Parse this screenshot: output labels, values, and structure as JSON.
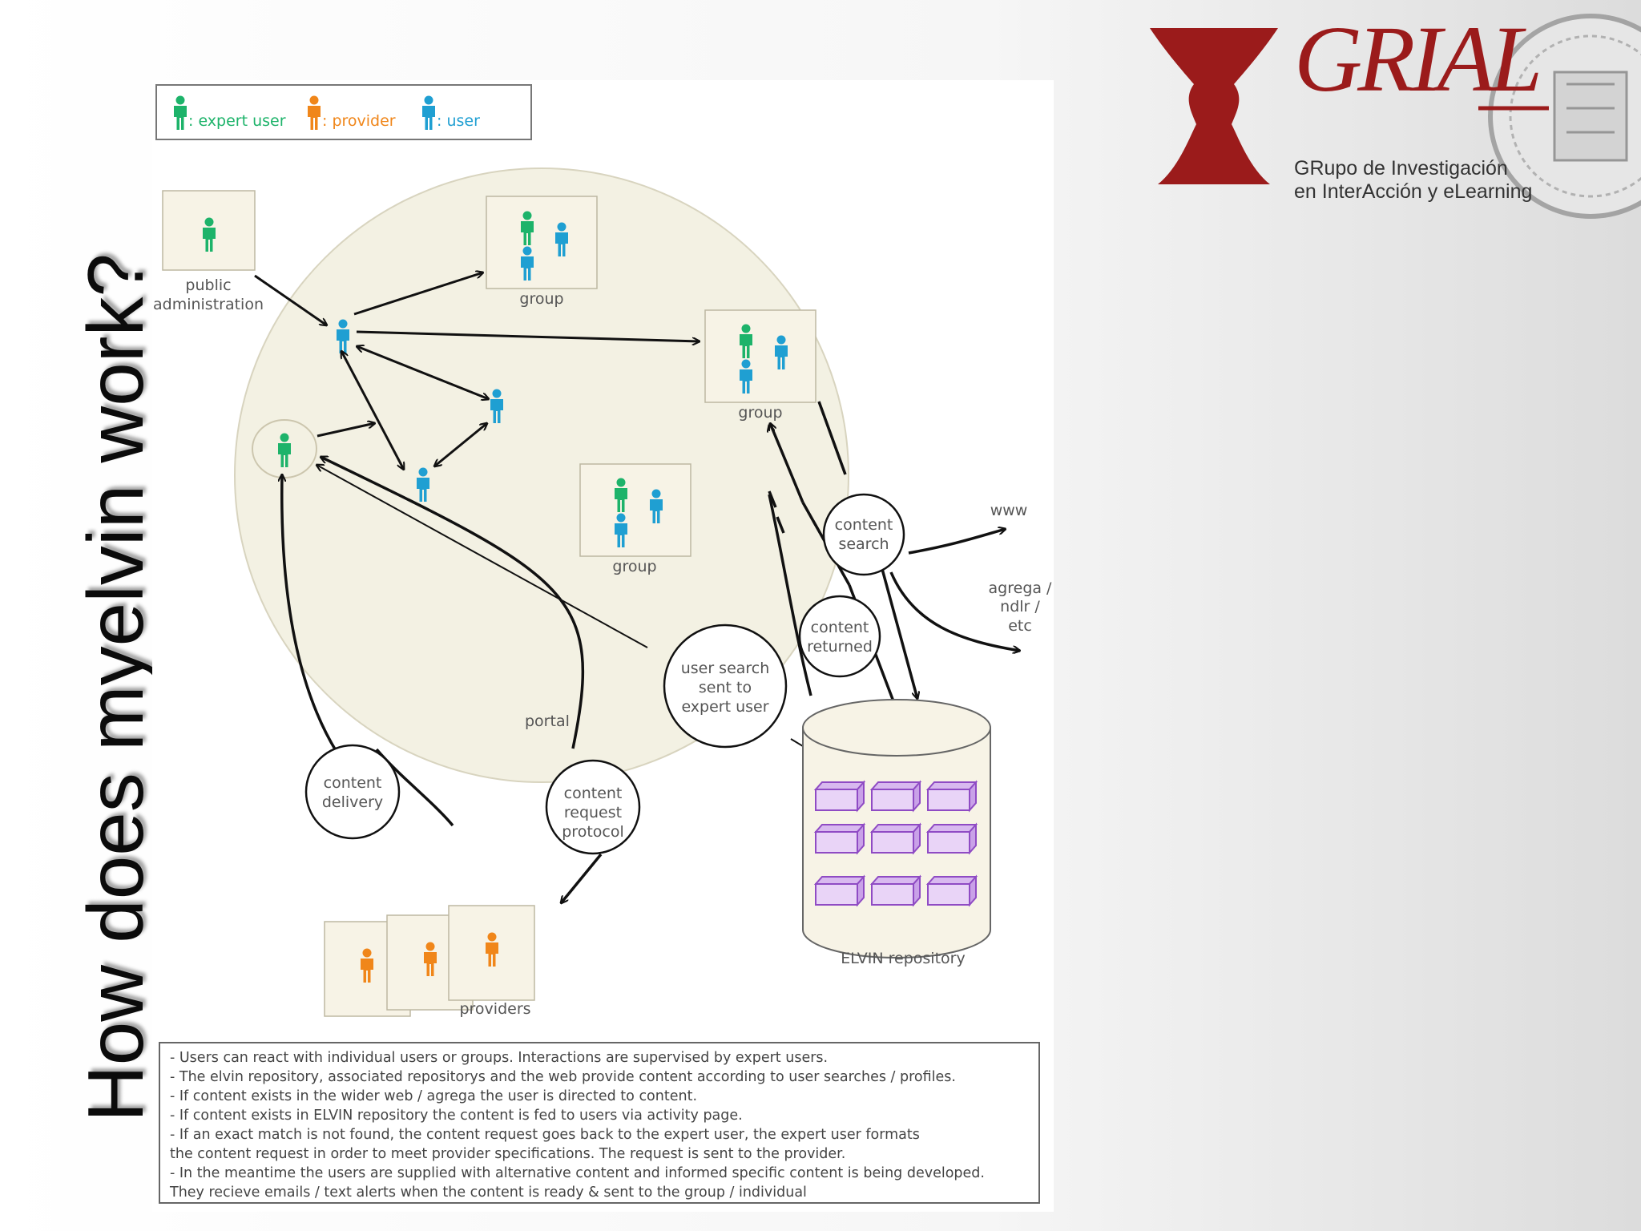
{
  "slide": {
    "title": "How does myelvin work?"
  },
  "colors": {
    "expert_user": "#1db36a",
    "provider": "#f0861a",
    "user": "#1f9fd2",
    "repository_block": "#a36ad2",
    "logo_red": "#9b1b1b",
    "portal_fill": "#f3f1e3"
  },
  "legend": {
    "expert_label": ": expert user",
    "provider_label": ": provider",
    "user_label": ": user"
  },
  "diagram": {
    "public_admin_label_1": "public",
    "public_admin_label_2": "administration",
    "group_label_1": "group",
    "group_label_2": "group",
    "group_label_3": "group",
    "portal_label": "portal",
    "content_search_1": "content",
    "content_search_2": "search",
    "www_label": "www",
    "agrega_1": "agrega /",
    "agrega_2": "ndlr /",
    "agrega_3": "etc",
    "content_returned_1": "content",
    "content_returned_2": "returned",
    "user_search_1": "user search",
    "user_search_2": "sent to",
    "user_search_3": "expert user",
    "content_delivery_1": "content",
    "content_delivery_2": "delivery",
    "content_request_1": "content",
    "content_request_2": "request",
    "content_request_3": "protocol",
    "repository_label": "ELVIN repository",
    "providers_label": "providers"
  },
  "notes": [
    "- Users can react with individual users or groups.  Interactions are supervised by expert users.",
    "- The elvin repository,  associated repositorys and the web provide content according to user searches / profiles.",
    "- If content exists in the wider web / agrega the user is directed to content.",
    "- If content exists in ELVIN repository the content is fed to users via activity page.",
    "- If an exact match is not found, the content request goes back to the expert user, the expert user formats",
    "the content request in order to meet provider specifications.  The request is sent to the provider.",
    "- In the meantime the users are supplied with alternative content and informed specific content is being developed.",
    "They recieve emails / text alerts when the content is ready & sent to the group / individual"
  ],
  "logo": {
    "letters": "GRIAL",
    "subtitle_1": "GRupo de Investigación",
    "subtitle_2": "en InterAcción y eLearning"
  }
}
